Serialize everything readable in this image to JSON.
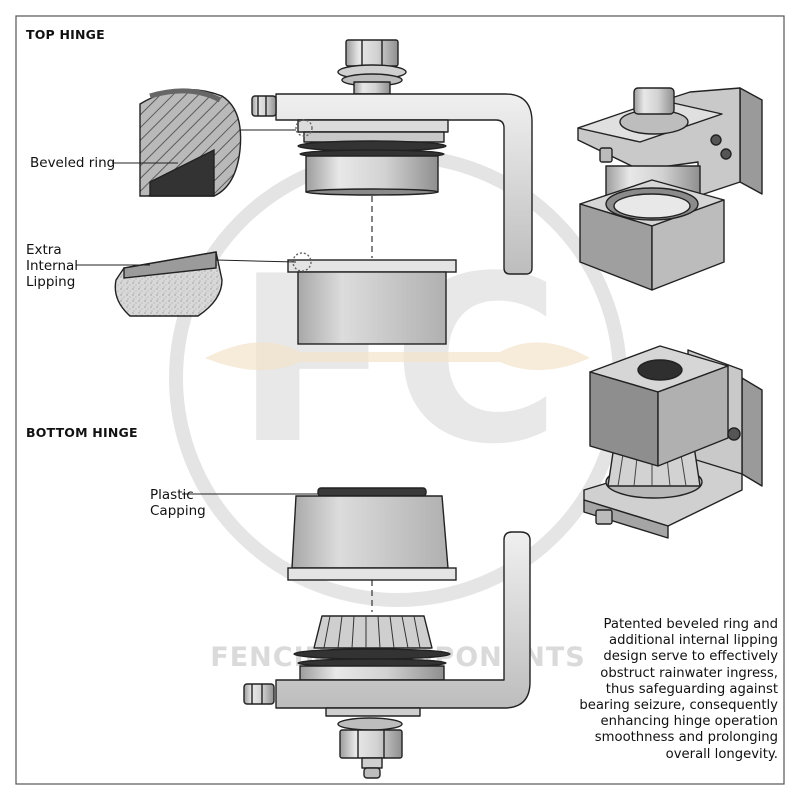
{
  "sections": {
    "top": {
      "title": "TOP HINGE"
    },
    "bottom": {
      "title": "BOTTOM HINGE"
    }
  },
  "callouts": {
    "beveled_ring": [
      "Beveled ring"
    ],
    "extra_internal_lipping": [
      "Extra",
      "Internal",
      "Lipping"
    ],
    "plastic_capping": [
      "Plastic",
      "Capping"
    ]
  },
  "description": [
    "Patented beveled ring and",
    "additional internal lipping",
    "design serve to effectively",
    "obstruct rainwater ingress,",
    "thus safeguarding against",
    "bearing seizure, consequently",
    "enhancing hinge operation",
    "smoothness and prolonging",
    "overall longevity."
  ],
  "watermark": {
    "logo_text": "FC",
    "company_text": "FENCING COMPONENTS"
  },
  "colors": {
    "frame": "#555555",
    "metal_light": "#e6e6e6",
    "metal_mid": "#c4c4c4",
    "metal_dark": "#8a8a8a",
    "outline": "#222222",
    "watermark": "#d9d9d9",
    "watermark_accent": "#f2dfc4"
  }
}
